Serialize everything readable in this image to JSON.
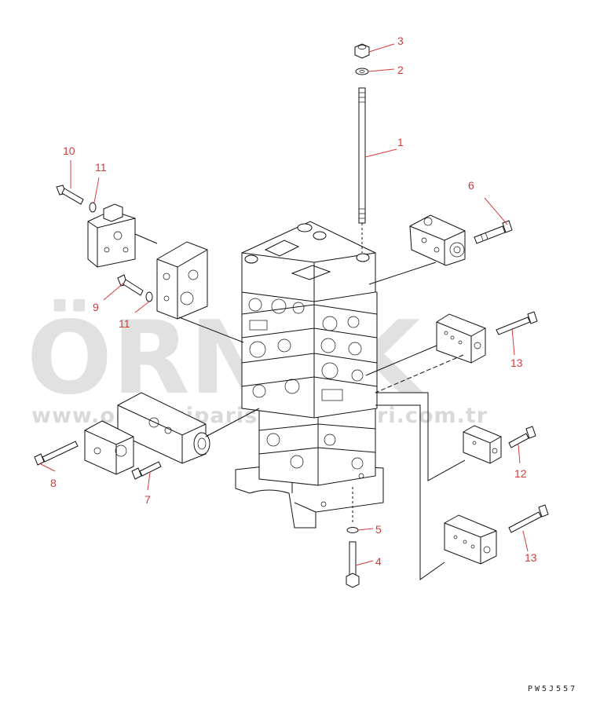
{
  "callouts": [
    {
      "id": "c1",
      "label": "1"
    },
    {
      "id": "c2",
      "label": "2"
    },
    {
      "id": "c3",
      "label": "3"
    },
    {
      "id": "c4",
      "label": "4"
    },
    {
      "id": "c5",
      "label": "5"
    },
    {
      "id": "c6",
      "label": "6"
    },
    {
      "id": "c7",
      "label": "7"
    },
    {
      "id": "c8",
      "label": "8"
    },
    {
      "id": "c9",
      "label": "9"
    },
    {
      "id": "c10",
      "label": "10"
    },
    {
      "id": "c11a",
      "label": "11"
    },
    {
      "id": "c11b",
      "label": "11"
    },
    {
      "id": "c12",
      "label": "12"
    },
    {
      "id": "c13a",
      "label": "13"
    },
    {
      "id": "c13b",
      "label": "13"
    }
  ],
  "drawing_code": "PW5J557",
  "watermark": {
    "brand": "ÖRNEK",
    "url": "www.orneksiparisnumaralari.com.tr"
  }
}
